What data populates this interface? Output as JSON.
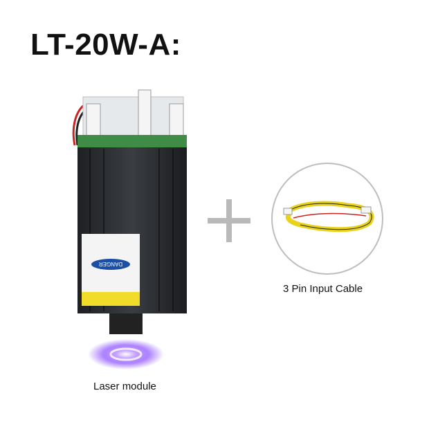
{
  "title": "LT-20W-A:",
  "laser": {
    "caption": "Laser module",
    "label_text": "DANGER"
  },
  "cable": {
    "caption": "3 Pin Input Cable"
  },
  "colors": {
    "beam": "#8a4dff",
    "cable_yellow": "#e8d21a",
    "module_body": "#2b2d31"
  }
}
